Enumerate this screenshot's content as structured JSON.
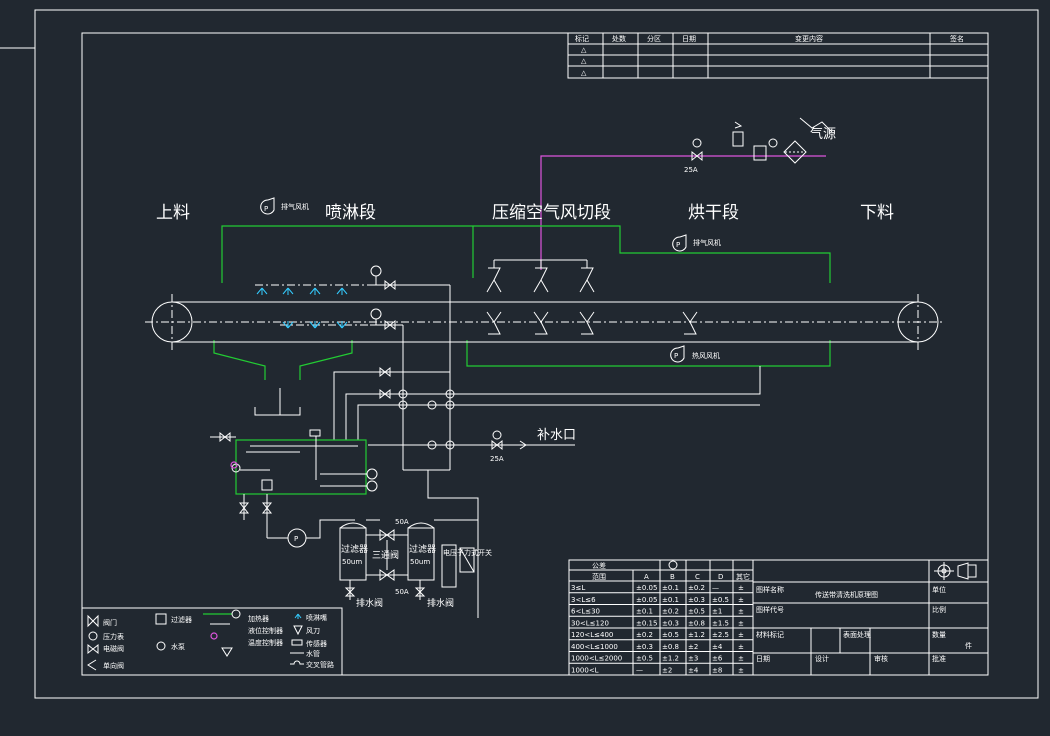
{
  "colors": {
    "background": "#212830",
    "line": "#ffffff",
    "water": "#22cc33",
    "air": "#dd55dd",
    "spray": "#33ccff"
  },
  "sections": {
    "loading": "上料",
    "spray": "喷淋段",
    "air_cut": "压缩空气风切段",
    "drying": "烘干段",
    "unloading": "下料"
  },
  "labels": {
    "air_source": "气源",
    "makeup_water": "补水口",
    "exhaust_fan_1": "排气风机",
    "exhaust_fan_2": "排气风机",
    "hot_air_fan": "热风风机",
    "valve_size_1": "25A",
    "valve_size_2": "25A",
    "valve_size_3": "50A",
    "valve_size_4": "50A",
    "filter_left": "过滤器",
    "filter_left_spec": "50um",
    "filter_right": "过滤器",
    "filter_right_spec": "50um",
    "three_way_valve": "三通阀",
    "drain_left": "排水阀",
    "drain_right": "排水阀",
    "control_box": "电压子力式开关",
    "pump_letter": "P"
  },
  "revision_table": {
    "headers": [
      "标记",
      "处数",
      "分区",
      "日期",
      "变更内容",
      "签名"
    ],
    "rows": [
      [
        "△",
        "",
        "",
        "",
        "",
        ""
      ],
      [
        "△",
        "",
        "",
        "",
        "",
        ""
      ],
      [
        "△",
        "",
        "",
        "",
        "",
        ""
      ]
    ]
  },
  "tolerance_table": {
    "title": "公差",
    "range_label": "范围",
    "columns": [
      "A",
      "B",
      "C",
      "D",
      "其它"
    ],
    "rows": [
      [
        "3≤L",
        "±0.05",
        "±0.1",
        "±0.2",
        "—",
        "±"
      ],
      [
        "3<L≤6",
        "±0.05",
        "±0.1",
        "±0.3",
        "±0.5",
        "±"
      ],
      [
        "6<L≤30",
        "±0.1",
        "±0.2",
        "±0.5",
        "±1",
        "±"
      ],
      [
        "30<L≤120",
        "±0.15",
        "±0.3",
        "±0.8",
        "±1.5",
        "±"
      ],
      [
        "120<L≤400",
        "±0.2",
        "±0.5",
        "±1.2",
        "±2.5",
        "±"
      ],
      [
        "400<L≤1000",
        "±0.3",
        "±0.8",
        "±2",
        "±4",
        "±"
      ],
      [
        "1000<L≤2000",
        "±0.5",
        "±1.2",
        "±3",
        "±6",
        "±"
      ],
      [
        "1000<L",
        "—",
        "±2",
        "±4",
        "±8",
        "±"
      ]
    ]
  },
  "title_block": {
    "drawing_name_label": "图样名称",
    "drawing_name": "传送带清洗机原理图",
    "drawing_code_label": "图样代号",
    "material_label": "材料标记",
    "surface_label": "表面处理",
    "unit_label": "单位",
    "scale_label": "比例",
    "quantity_label": "数量",
    "quantity_unit": "件",
    "date_label": "日期",
    "design_label": "设计",
    "review_label": "审核",
    "approve_label": "批准"
  },
  "legend": [
    {
      "icon": "gate-valve-icon",
      "label": "阀门"
    },
    {
      "icon": "pressure-valve-icon",
      "label": "压力表"
    },
    {
      "icon": "solenoid-valve-icon",
      "label": "电磁阀"
    },
    {
      "icon": "check-valve-icon",
      "label": "单向阀"
    },
    {
      "icon": "filter-icon",
      "label": "过滤器"
    },
    {
      "icon": "pump-icon",
      "label": "水泵"
    },
    {
      "icon": "heater-icon",
      "label": "加热器"
    },
    {
      "icon": "level-switch-icon",
      "label": "液位控制器"
    },
    {
      "icon": "temp-switch-icon",
      "label": "温度控制器"
    },
    {
      "icon": "nozzle-icon",
      "label": "喷淋嘴"
    },
    {
      "icon": "air-knife-icon",
      "label": "风刀"
    },
    {
      "icon": "sensor-icon",
      "label": "传感器"
    },
    {
      "icon": "pipe-icon",
      "label": "水管"
    },
    {
      "icon": "cross-icon",
      "label": "交叉管路"
    }
  ]
}
